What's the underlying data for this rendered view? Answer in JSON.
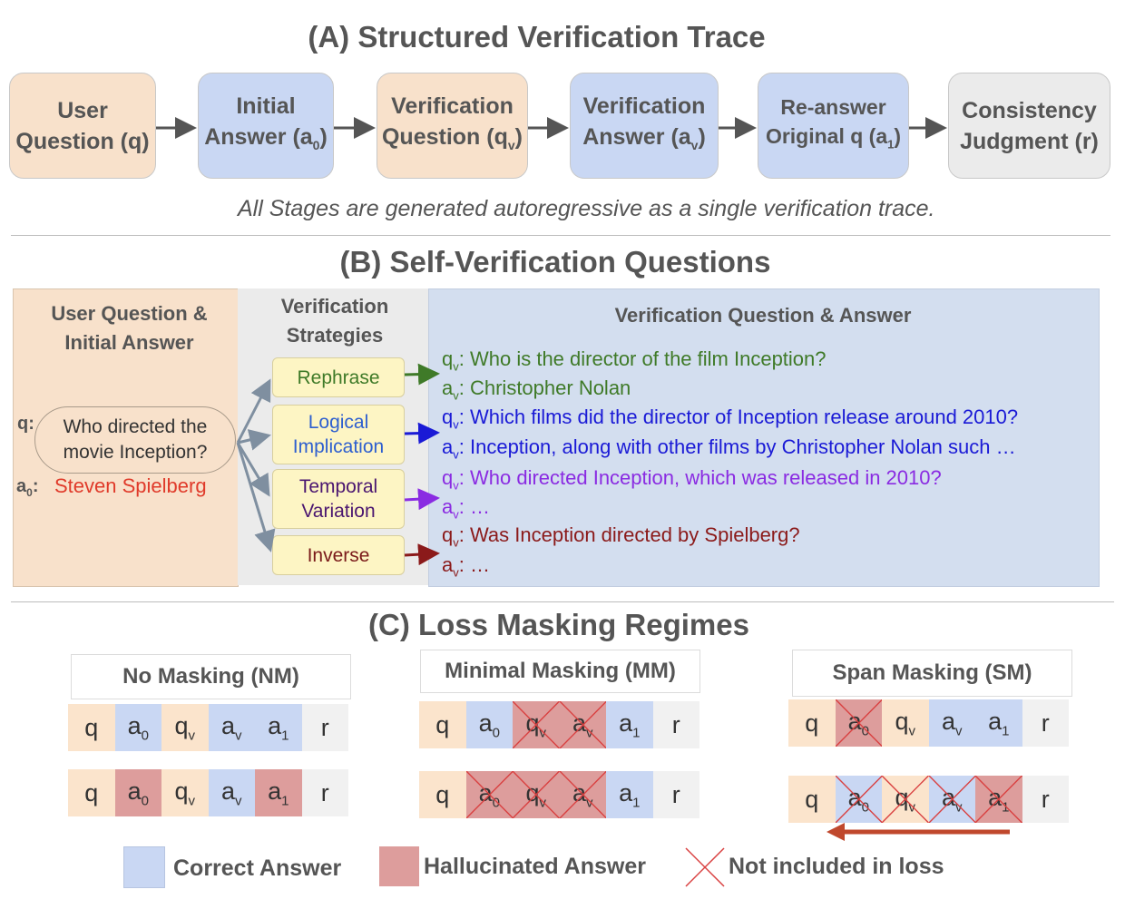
{
  "section_a": {
    "title": "(A) Structured Verification Trace",
    "stages": [
      {
        "line1": "User",
        "line2": "Question (q)"
      },
      {
        "line1": "Initial",
        "line2": "Answer (a0)"
      },
      {
        "line1": "Verification",
        "line2": "Question (qv)"
      },
      {
        "line1": "Verification",
        "line2": "Answer (av)"
      },
      {
        "line1": "Re-answer",
        "line2": "Original q (a1)"
      },
      {
        "line1": "Consistency",
        "line2": "Judgment (r)"
      }
    ],
    "caption": "All Stages are generated autoregressive as a single verification trace."
  },
  "section_b": {
    "title": "(B) Self-Verification Questions",
    "left_header": "User Question & Initial Answer",
    "q_label": "q:",
    "question": "Who directed the movie Inception?",
    "a0_label": "a0:",
    "a0_value": "Steven Spielberg",
    "strategies_header": "Verification Strategies",
    "strategies": [
      "Rephrase",
      "Logical Implication",
      "Temporal Variation",
      "Inverse"
    ],
    "qa_header": "Verification Question & Answer",
    "qa": [
      {
        "q": "Who is the director of the film Inception?",
        "a": "Christopher Nolan",
        "color": "#3f7a28"
      },
      {
        "q": "Which films did the director of Inception release around 2010?",
        "a": "Inception, along with other films by Christopher Nolan such …",
        "color": "#1a1ad6"
      },
      {
        "q": "Who directed Inception, which was released in 2010?",
        "a": "…",
        "color": "#8a2be2"
      },
      {
        "q": "Was Inception directed by Spielberg?",
        "a": "…",
        "color": "#8b1a1a"
      }
    ]
  },
  "section_c": {
    "title": "(C) Loss Masking Regimes",
    "regimes": [
      "No Masking (NM)",
      "Minimal Masking (MM)",
      "Span Masking (SM)"
    ],
    "tokens": [
      "q",
      "a0",
      "qv",
      "av",
      "a1",
      "r"
    ],
    "legend": {
      "correct": "Correct Answer",
      "hallucinated": "Hallucinated Answer",
      "excluded": "Not included in loss"
    }
  },
  "colors": {
    "peach": "#fbe4cc",
    "blue": "#c9d7f3",
    "red": "#dd9d9c",
    "grey": "#f1f1f1",
    "mask_cross": "#d94040",
    "arrow_sm": "#c0482d"
  }
}
